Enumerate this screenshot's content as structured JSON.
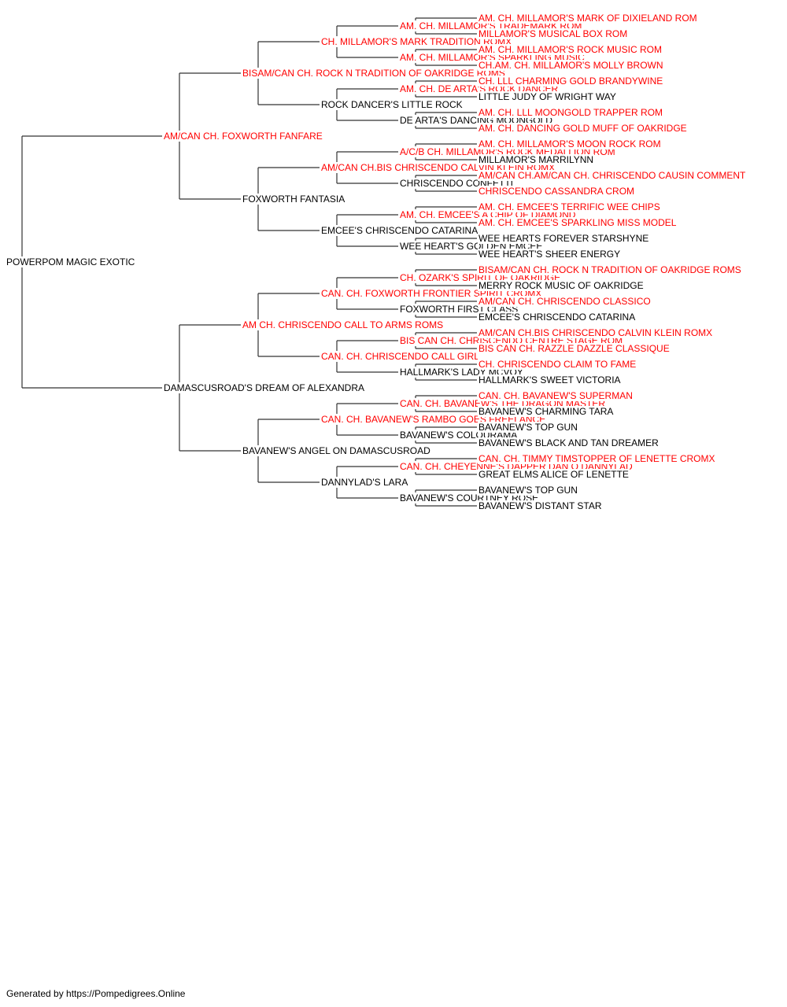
{
  "colors": {
    "champion": "#ff0000",
    "normal": "#000000",
    "line": "#333333"
  },
  "tree": {
    "name": "POWERPOM MAGIC EXOTIC",
    "champion": false,
    "sire": {
      "name": "AM/CAN CH. FOXWORTH FANFARE",
      "champion": true,
      "sire": {
        "name": "BISAM/CAN CH. ROCK N TRADITION OF OAKRIDGE ROMS",
        "champion": true,
        "sire": {
          "name": "CH. MILLAMOR'S MARK TRADITION ROMX",
          "champion": true,
          "sire": {
            "name": "AM. CH. MILLAMOR'S TRADEMARK ROM",
            "champion": true,
            "sire": {
              "name": "AM. CH. MILLAMOR'S MARK OF DIXIELAND ROM",
              "champion": true
            },
            "dam": {
              "name": "MILLAMOR'S MUSICAL BOX ROM",
              "champion": true
            }
          },
          "dam": {
            "name": "AM. CH. MILLAMOR'S SPARKLING MUSIC",
            "champion": true,
            "sire": {
              "name": "AM. CH. MILLAMOR'S ROCK MUSIC ROM",
              "champion": true
            },
            "dam": {
              "name": "CH.AM. CH. MILLAMOR'S MOLLY BROWN",
              "champion": true
            }
          }
        },
        "dam": {
          "name": "ROCK DANCER'S LITTLE ROCK",
          "champion": false,
          "sire": {
            "name": "AM. CH. DE ARTA'S ROCK DANCER",
            "champion": true,
            "sire": {
              "name": "CH. LLL CHARMING GOLD BRANDYWINE",
              "champion": true
            },
            "dam": {
              "name": "LITTLE JUDY OF WRIGHT WAY",
              "champion": false
            }
          },
          "dam": {
            "name": "DE ARTA'S DANCING MOONGOLD",
            "champion": false,
            "sire": {
              "name": "AM. CH. LLL MOONGOLD TRAPPER ROM",
              "champion": true
            },
            "dam": {
              "name": "AM. CH. DANCING GOLD MUFF OF OAKRIDGE",
              "champion": true
            }
          }
        }
      },
      "dam": {
        "name": "FOXWORTH FANTASIA",
        "champion": false,
        "sire": {
          "name": "AM/CAN CH.BIS CHRISCENDO CALVIN KLEIN ROMX",
          "champion": true,
          "sire": {
            "name": "A/C/B CH. MILLAMOR'S ROCK MEDALLION ROM",
            "champion": true,
            "sire": {
              "name": "AM. CH. MILLAMOR'S MOON ROCK ROM",
              "champion": true
            },
            "dam": {
              "name": "MILLAMOR'S MARRILYNN",
              "champion": false
            }
          },
          "dam": {
            "name": "CHRISCENDO CONFETTI",
            "champion": false,
            "sire": {
              "name": "AM/CAN CH.AM/CAN CH. CHRISCENDO CAUSIN COMMENT",
              "champion": true
            },
            "dam": {
              "name": "CHRISCENDO CASSANDRA CROM",
              "champion": true
            }
          }
        },
        "dam": {
          "name": "EMCEE'S CHRISCENDO CATARINA",
          "champion": false,
          "sire": {
            "name": "AM. CH. EMCEE'S A CHIP OF DIAMOND",
            "champion": true,
            "sire": {
              "name": "AM. CH. EMCEE'S TERRIFIC WEE CHIPS",
              "champion": true
            },
            "dam": {
              "name": "AM. CH. EMCEE'S SPARKLING MISS MODEL",
              "champion": true
            }
          },
          "dam": {
            "name": "WEE HEART'S GOLDEN EMCEE",
            "champion": false,
            "sire": {
              "name": "WEE HEARTS FOREVER STARSHYNE",
              "champion": false
            },
            "dam": {
              "name": "WEE HEART'S SHEER ENERGY",
              "champion": false
            }
          }
        }
      }
    },
    "dam": {
      "name": "DAMASCUSROAD'S DREAM OF ALEXANDRA",
      "champion": false,
      "sire": {
        "name": "AM CH. CHRISCENDO CALL TO ARMS ROMS",
        "champion": true,
        "sire": {
          "name": "CAN. CH. FOXWORTH FRONTIER SPIRIT CROMX",
          "champion": true,
          "sire": {
            "name": "CH. OZARK'S SPIRIT OF OAKRIDGE",
            "champion": true,
            "sire": {
              "name": "BISAM/CAN CH. ROCK N TRADITION OF OAKRIDGE ROMS",
              "champion": true
            },
            "dam": {
              "name": "MERRY ROCK MUSIC OF OAKRIDGE",
              "champion": false
            }
          },
          "dam": {
            "name": "FOXWORTH FIRST CLASS",
            "champion": false,
            "sire": {
              "name": "AM/CAN CH. CHRISCENDO CLASSICO",
              "champion": true
            },
            "dam": {
              "name": "EMCEE'S CHRISCENDO CATARINA",
              "champion": false
            }
          }
        },
        "dam": {
          "name": "CAN. CH. CHRISCENDO CALL GIRL",
          "champion": true,
          "sire": {
            "name": "BIS CAN CH. CHRISCENDO CENTRE STAGE ROM",
            "champion": true,
            "sire": {
              "name": "AM/CAN CH.BIS CHRISCENDO CALVIN KLEIN ROMX",
              "champion": true
            },
            "dam": {
              "name": "BIS CAN CH. RAZZLE DAZZLE CLASSIQUE",
              "champion": true
            }
          },
          "dam": {
            "name": "HALLMARK'S LADY MCVOY",
            "champion": false,
            "sire": {
              "name": "CH. CHRISCENDO CLAIM TO FAME",
              "champion": true
            },
            "dam": {
              "name": "HALLMARK'S SWEET VICTORIA",
              "champion": false
            }
          }
        }
      },
      "dam": {
        "name": "BAVANEW'S ANGEL ON DAMASCUSROAD",
        "champion": false,
        "sire": {
          "name": "CAN. CH. BAVANEW'S RAMBO GOES FREELANCE",
          "champion": true,
          "sire": {
            "name": "CAN. CH. BAVANEW'S THE DRAGON MASTER",
            "champion": true,
            "sire": {
              "name": "CAN. CH. BAVANEW'S SUPERMAN",
              "champion": true
            },
            "dam": {
              "name": "BAVANEW'S CHARMING TARA",
              "champion": false
            }
          },
          "dam": {
            "name": "BAVANEW'S COLOURAMA",
            "champion": false,
            "sire": {
              "name": "BAVANEW'S TOP GUN",
              "champion": false
            },
            "dam": {
              "name": "BAVANEW'S BLACK AND TAN DREAMER",
              "champion": false
            }
          }
        },
        "dam": {
          "name": "DANNYLAD'S LARA",
          "champion": false,
          "sire": {
            "name": "CAN. CH. CHEYENNE'S DAPPER DAN O DANNYLAD",
            "champion": true,
            "sire": {
              "name": "CAN. CH. TIMMY TIMSTOPPER OF LENETTE CROMX",
              "champion": true
            },
            "dam": {
              "name": "GREAT ELMS ALICE OF LENETTE",
              "champion": false
            }
          },
          "dam": {
            "name": "BAVANEW'S COURTNEY ROSE",
            "champion": false,
            "sire": {
              "name": "BAVANEW'S TOP GUN",
              "champion": false
            },
            "dam": {
              "name": "BAVANEW'S DISTANT STAR",
              "champion": false
            }
          }
        }
      }
    }
  },
  "footer": "Generated by https://Pompedigrees.Online"
}
